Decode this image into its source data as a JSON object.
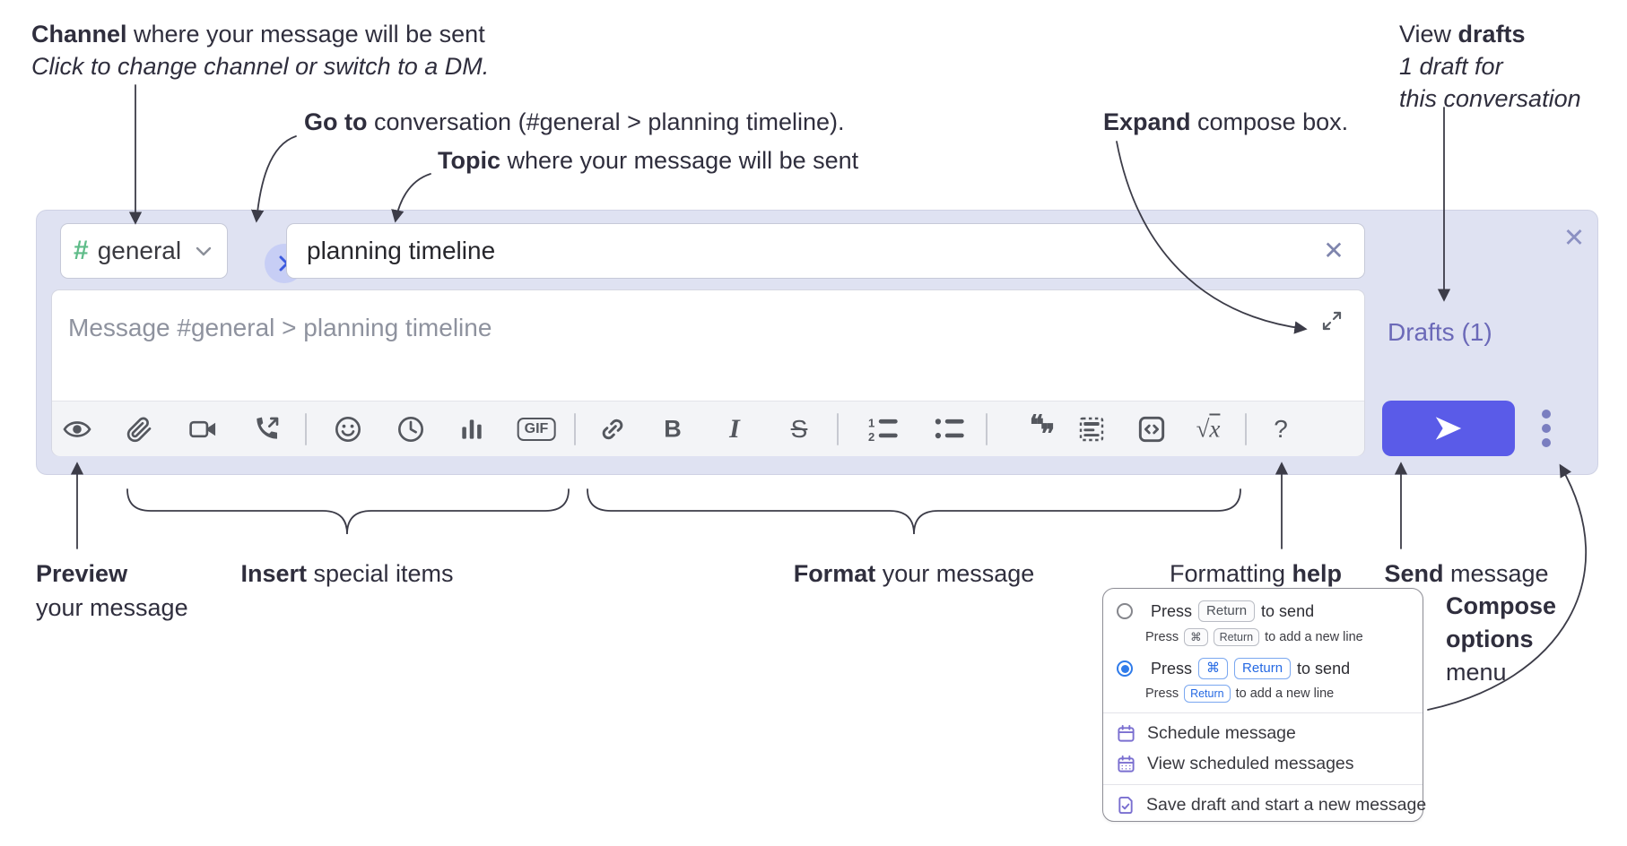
{
  "annotations": {
    "channel": {
      "bold": "Channel",
      "rest": " where your message will be sent",
      "sub": "Click to change channel or switch to a DM."
    },
    "go_to": {
      "bold": "Go to",
      "rest": " conversation (#general > planning timeline)."
    },
    "topic": {
      "bold": "Topic",
      "rest": " where your message will be sent"
    },
    "expand": {
      "bold": "Expand",
      "rest": " compose box."
    },
    "view_drafts": {
      "pre": "View ",
      "bold": "drafts",
      "line2": "1 draft for",
      "line3": "this conversation"
    },
    "preview": {
      "bold": "Preview",
      "line2": "your message"
    },
    "insert": {
      "bold": "Insert",
      "rest": " special items"
    },
    "format": {
      "bold": "Format",
      "rest": " your message"
    },
    "formatting_help": {
      "pre": "Formatting ",
      "bold": "help"
    },
    "send": {
      "bold": "Send",
      "rest": " message"
    },
    "compose_options": {
      "bold1": "Compose",
      "bold2": "options",
      "line3": "menu"
    }
  },
  "compose": {
    "channel": {
      "hash": "#",
      "name": "general"
    },
    "topic_value": "planning timeline",
    "message_placeholder": "Message #general > planning timeline",
    "drafts_link": "Drafts (1)",
    "close_glyph": "✕",
    "clear_glyph": "✕"
  },
  "toolbar": {
    "bold": "B",
    "italic": "I",
    "strike": "S",
    "gif": "GIF",
    "quote_open": "❝",
    "quote_close": "❞",
    "math_sqrt": "√",
    "math_x": "x",
    "help": "?",
    "icon_names": [
      "preview-eye",
      "attach-paperclip",
      "video-call-camera",
      "voice-call-phone",
      "emoji-smiley",
      "time-clock",
      "poll-bar-chart",
      "gif",
      "link",
      "bold",
      "italic",
      "strikethrough",
      "numbered-list",
      "bulleted-list",
      "quote",
      "spoiler",
      "code",
      "math",
      "help"
    ]
  },
  "popup": {
    "option1": {
      "pre": "Press",
      "kbd1": "Return",
      "post": "to send",
      "sub_pre": "Press",
      "sub_kbd1": "⌘",
      "sub_kbd2": "Return",
      "sub_post": "to add a new line"
    },
    "option2": {
      "pre": "Press",
      "kbd1": "⌘",
      "kbd2": "Return",
      "post": "to send",
      "sub_pre": "Press",
      "sub_kbd1": "Return",
      "sub_post": "to add a new line"
    },
    "menu_items": [
      "Schedule message",
      "View scheduled messages",
      "Save draft and start a new message"
    ]
  },
  "colors": {
    "compose_bg": "#dfe2f2",
    "send_button": "#5a5be8",
    "hash_green": "#5fbc89",
    "go_chevron_blue": "#3c5bdf",
    "drafts_link": "#6b69b8",
    "radio_selected_blue": "#2f7bea",
    "kbd_blue": "#2569e3",
    "menu_icon_purple": "#7a6fd0",
    "annotation_text": "#2f2e3d"
  }
}
